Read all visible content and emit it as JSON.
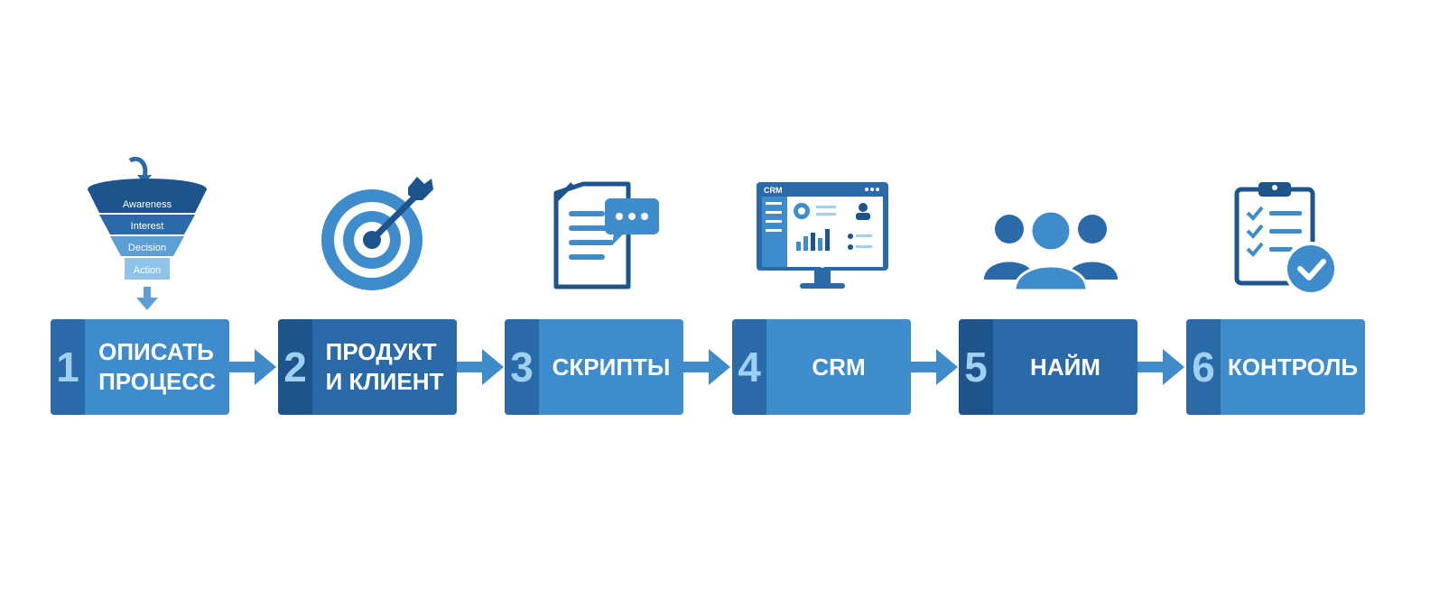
{
  "funnel": {
    "stages": [
      "Awareness",
      "Interest",
      "Decision",
      "Action"
    ]
  },
  "crm_screen_label": "CRM",
  "steps": [
    {
      "number": "1",
      "line1": "ОПИСАТЬ",
      "line2": "ПРОЦЕСС"
    },
    {
      "number": "2",
      "line1": "ПРОДУКТ",
      "line2": "И КЛИЕНТ"
    },
    {
      "number": "3",
      "label": "СКРИПТЫ"
    },
    {
      "number": "4",
      "label": "CRM"
    },
    {
      "number": "5",
      "label": "НАЙМ"
    },
    {
      "number": "6",
      "label": "КОНТРОЛЬ"
    }
  ],
  "colors": {
    "dark_blue": "#2b6aa8",
    "mid_blue": "#3e8ccc",
    "light_blue": "#9fd0f2",
    "navy": "#1e548c"
  }
}
